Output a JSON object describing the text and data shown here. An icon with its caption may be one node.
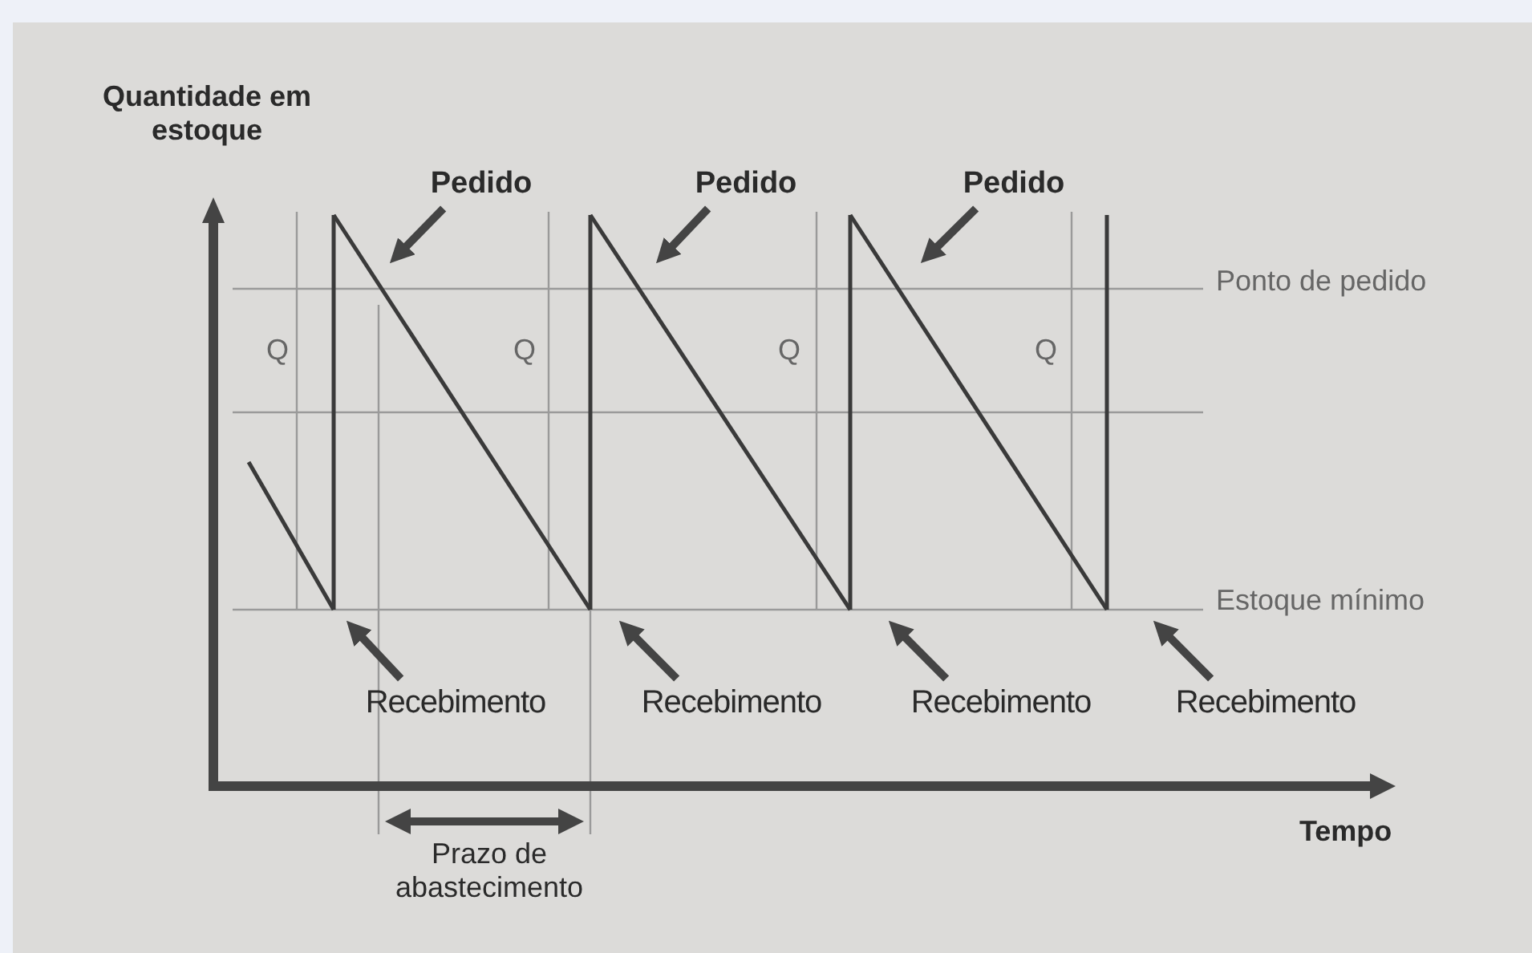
{
  "diagram": {
    "nodes": [
      {
        "text": [
          "Pedido"
        ]
      },
      {
        "text": [
          "Pedido"
        ]
      },
      {
        "text": [
          "Pedido"
        ]
      },
      {
        "text": [
          "Recebimento"
        ]
      },
      {
        "text": [
          "Recebimento"
        ]
      },
      {
        "text": [
          "Recebimento"
        ]
      },
      {
        "text": [
          "Recebimento"
        ]
      }
    ],
    "edges": [
      {
        "from": 0,
        "to": null,
        "arrow": "to"
      },
      {
        "from": 1,
        "to": null,
        "arrow": "to"
      },
      {
        "from": 2,
        "to": null,
        "arrow": "to"
      },
      {
        "from": 3,
        "to": null,
        "arrow": "to"
      },
      {
        "from": 4,
        "to": null,
        "arrow": "to"
      },
      {
        "from": 5,
        "to": null,
        "arrow": "to"
      },
      {
        "from": 6,
        "to": null,
        "arrow": "to"
      }
    ],
    "labels": [
      "Quantidade em estoque",
      "Ponto de pedido",
      "Q",
      "Q",
      "Q",
      "Q",
      "Estoque mínimo",
      "Tempo",
      "Prazo de abastecimento"
    ]
  }
}
